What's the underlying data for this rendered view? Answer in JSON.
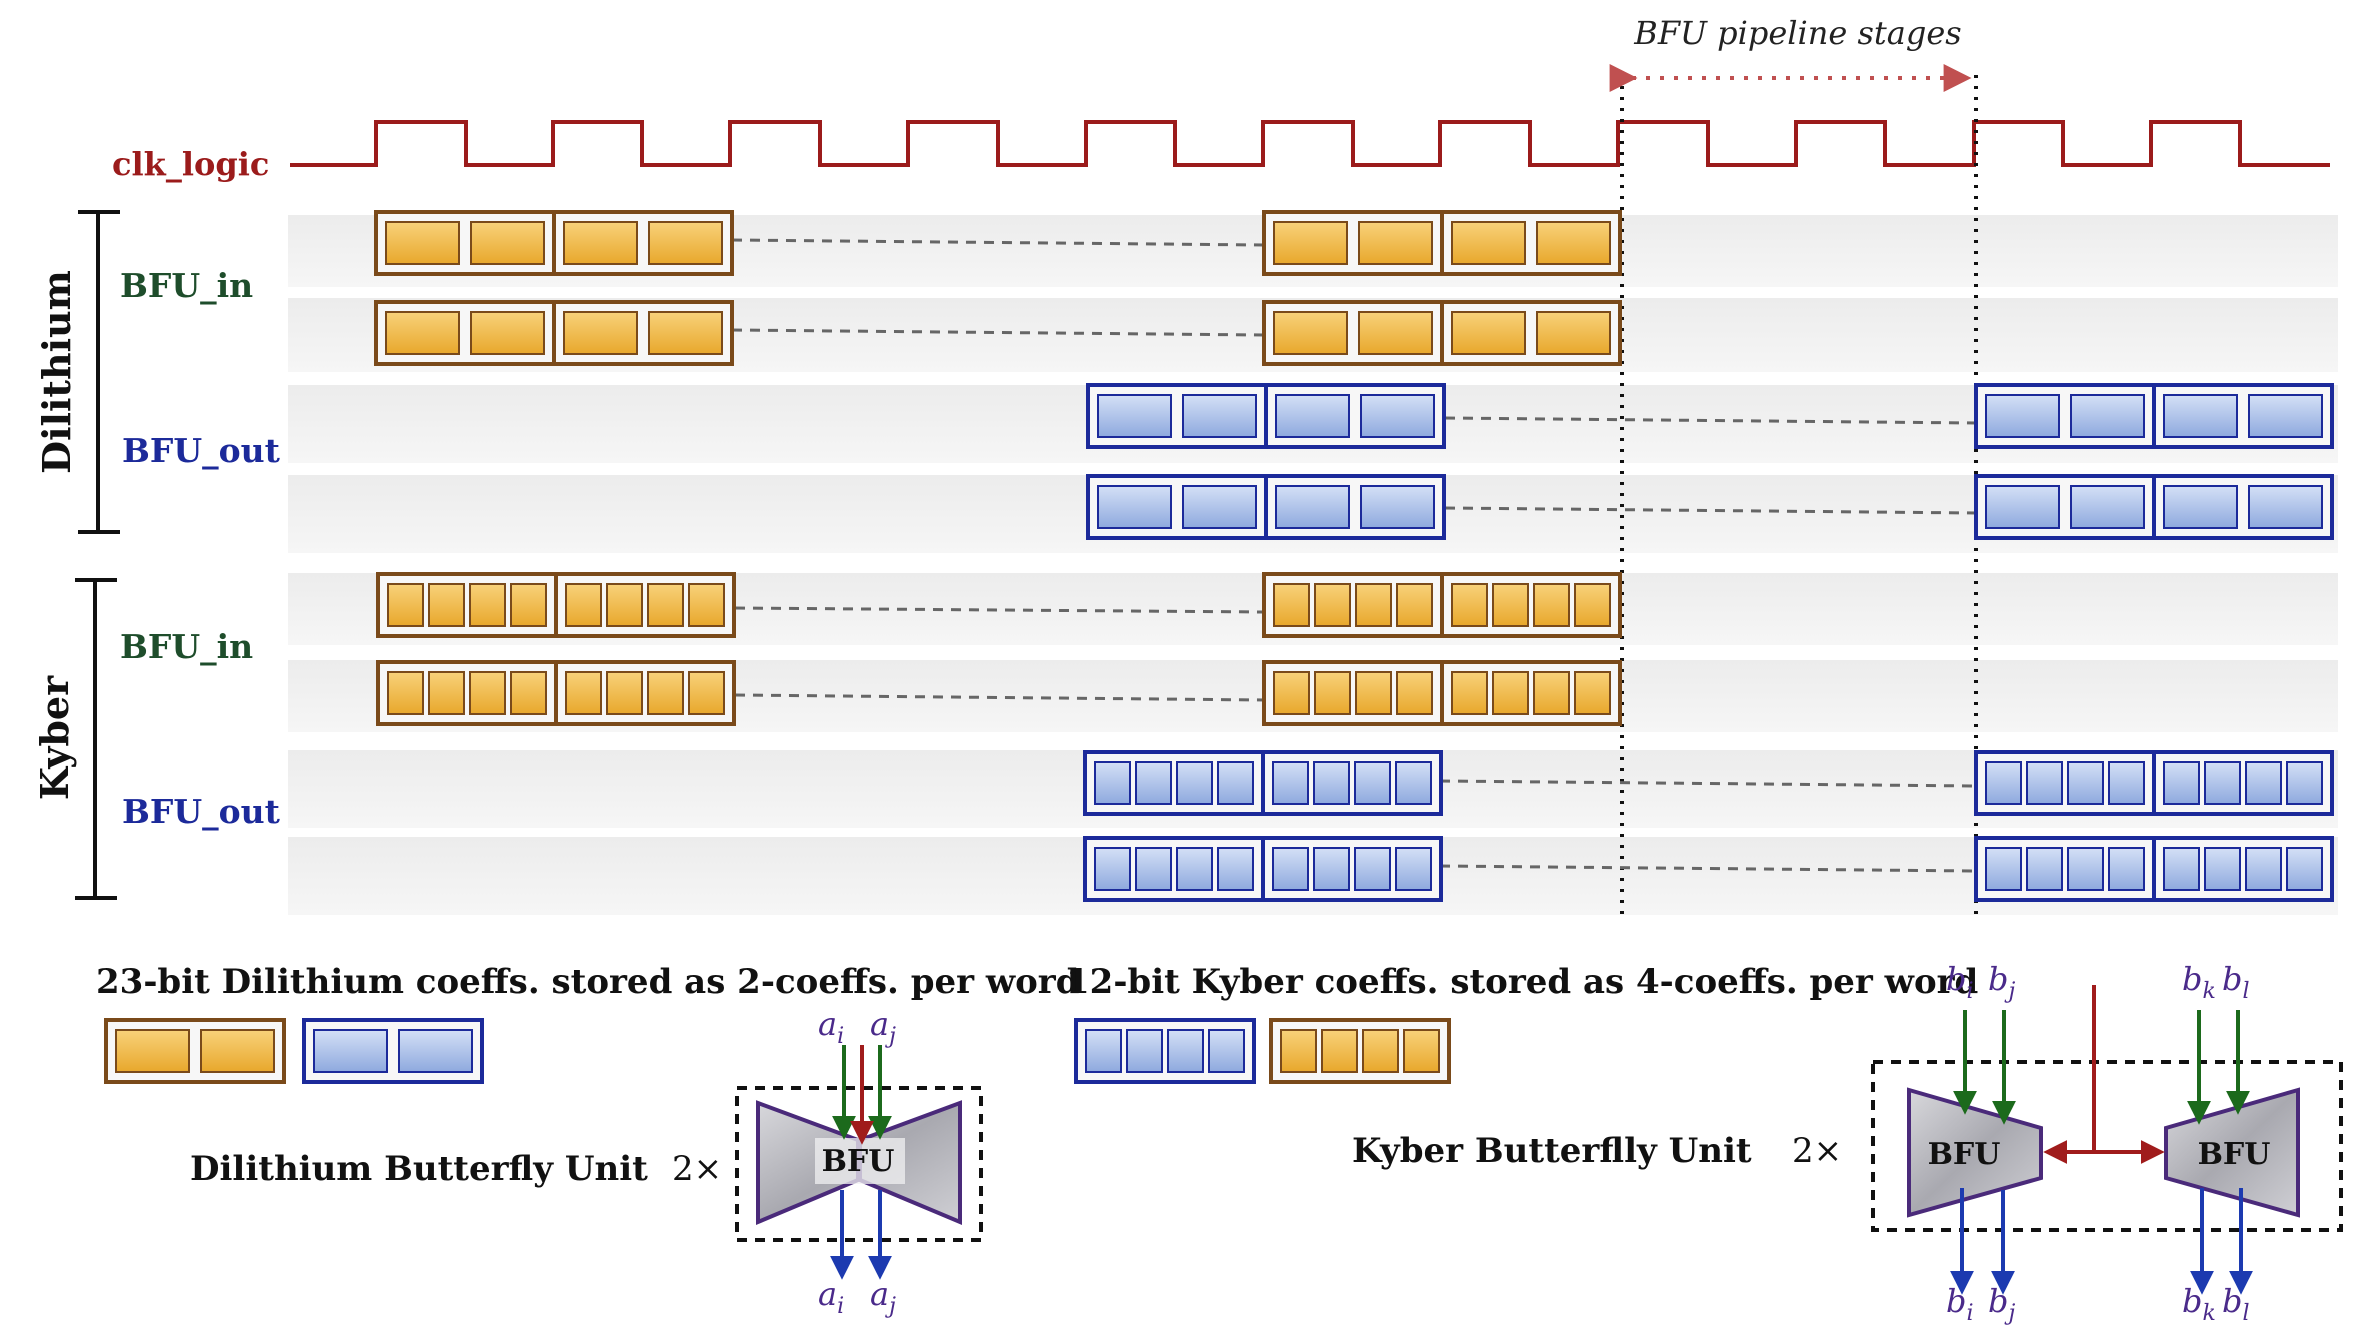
{
  "clock": {
    "label": "clk_logic",
    "pipeline_label": "BFU pipeline stages"
  },
  "groups": {
    "dilithium": {
      "title": "Dilithium",
      "in_label": "BFU_in",
      "out_label": "BFU_out",
      "coeffs_per_word": 2
    },
    "kyber": {
      "title": "Kyber",
      "in_label": "BFU_in",
      "out_label": "BFU_out",
      "coeffs_per_word": 4
    }
  },
  "legend": {
    "dilithium_caption": "23-bit Dilithium coeffs. stored as 2-coeffs. per word",
    "kyber_caption": "12-bit Kyber coeffs. stored as 4-coeffs. per word"
  },
  "dilithium_bfu": {
    "label": "Dilithium Butterfly Unit",
    "multiplier": "2×",
    "unit_label": "BFU",
    "in_left": "a",
    "in_left_sub": "i",
    "in_right": "a",
    "in_right_sub": "j",
    "out_left": "a",
    "out_left_sub": "i",
    "out_right": "a",
    "out_right_sub": "j"
  },
  "kyber_bfu": {
    "label": "Kyber Butterflly Unit",
    "multiplier": "2×",
    "unit_label": "BFU",
    "unit_label_2": "BFU",
    "in1": "b",
    "in1_sub": "i",
    "in2": "b",
    "in2_sub": "j",
    "in3": "b",
    "in3_sub": "k",
    "in4": "b",
    "in4_sub": "l",
    "out1": "b",
    "out1_sub": "i",
    "out2": "b",
    "out2_sub": "j",
    "out3": "b",
    "out3_sub": "k",
    "out4": "b",
    "out4_sub": "l"
  },
  "colors": {
    "clock": "#9b1b1b",
    "orange_fill": "#f0b53a",
    "orange_border": "#7a4a1a",
    "blue_fill": "#9fb8e6",
    "blue_border": "#1c2a9a",
    "green_label": "#1e4d2b",
    "blue_label": "#1c2a9a",
    "purple_text": "#4a2a8a",
    "arrow_green": "#1c6a1c",
    "arrow_blue": "#1c3ab0",
    "arrow_red": "#a01c1c",
    "pipeline_arrow": "#c05050"
  }
}
